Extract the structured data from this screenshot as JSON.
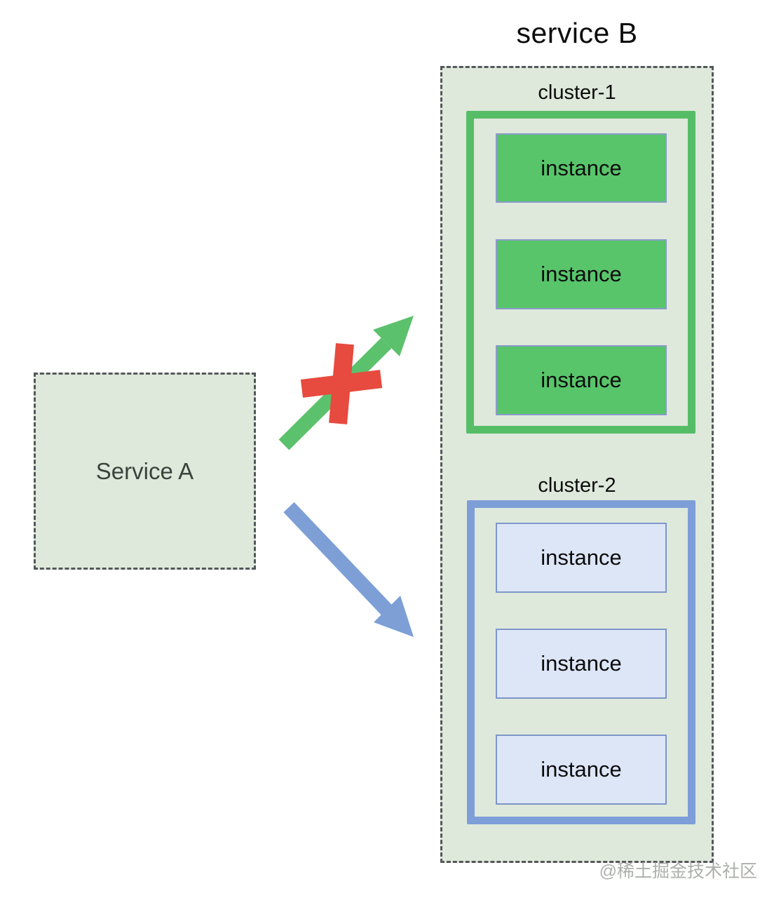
{
  "diagram": {
    "title": "service B",
    "service_a": {
      "label": "Service A"
    },
    "service_b": {
      "clusters": [
        {
          "label": "cluster-1",
          "instances": [
            "instance",
            "instance",
            "instance"
          ]
        },
        {
          "label": "cluster-2",
          "instances": [
            "instance",
            "instance",
            "instance"
          ]
        }
      ]
    },
    "arrows": [
      {
        "target": "cluster-1",
        "color": "#5bc16c",
        "crossed_out": true
      },
      {
        "target": "cluster-2",
        "color": "#7d9fd6",
        "crossed_out": false
      }
    ],
    "watermark": "@稀土掘金技术社区",
    "colors": {
      "container_fill": "#dee9db",
      "dashed_border": "#54575b",
      "cluster1_border": "#56bd67",
      "instance_green_fill": "#58c56b",
      "cluster2_border": "#7e9ed8",
      "instance_blue_fill": "#dde6f7",
      "instance_border": "#8095c8",
      "cross_out_red": "#e74a3e",
      "text": "#0c0c0c"
    }
  }
}
